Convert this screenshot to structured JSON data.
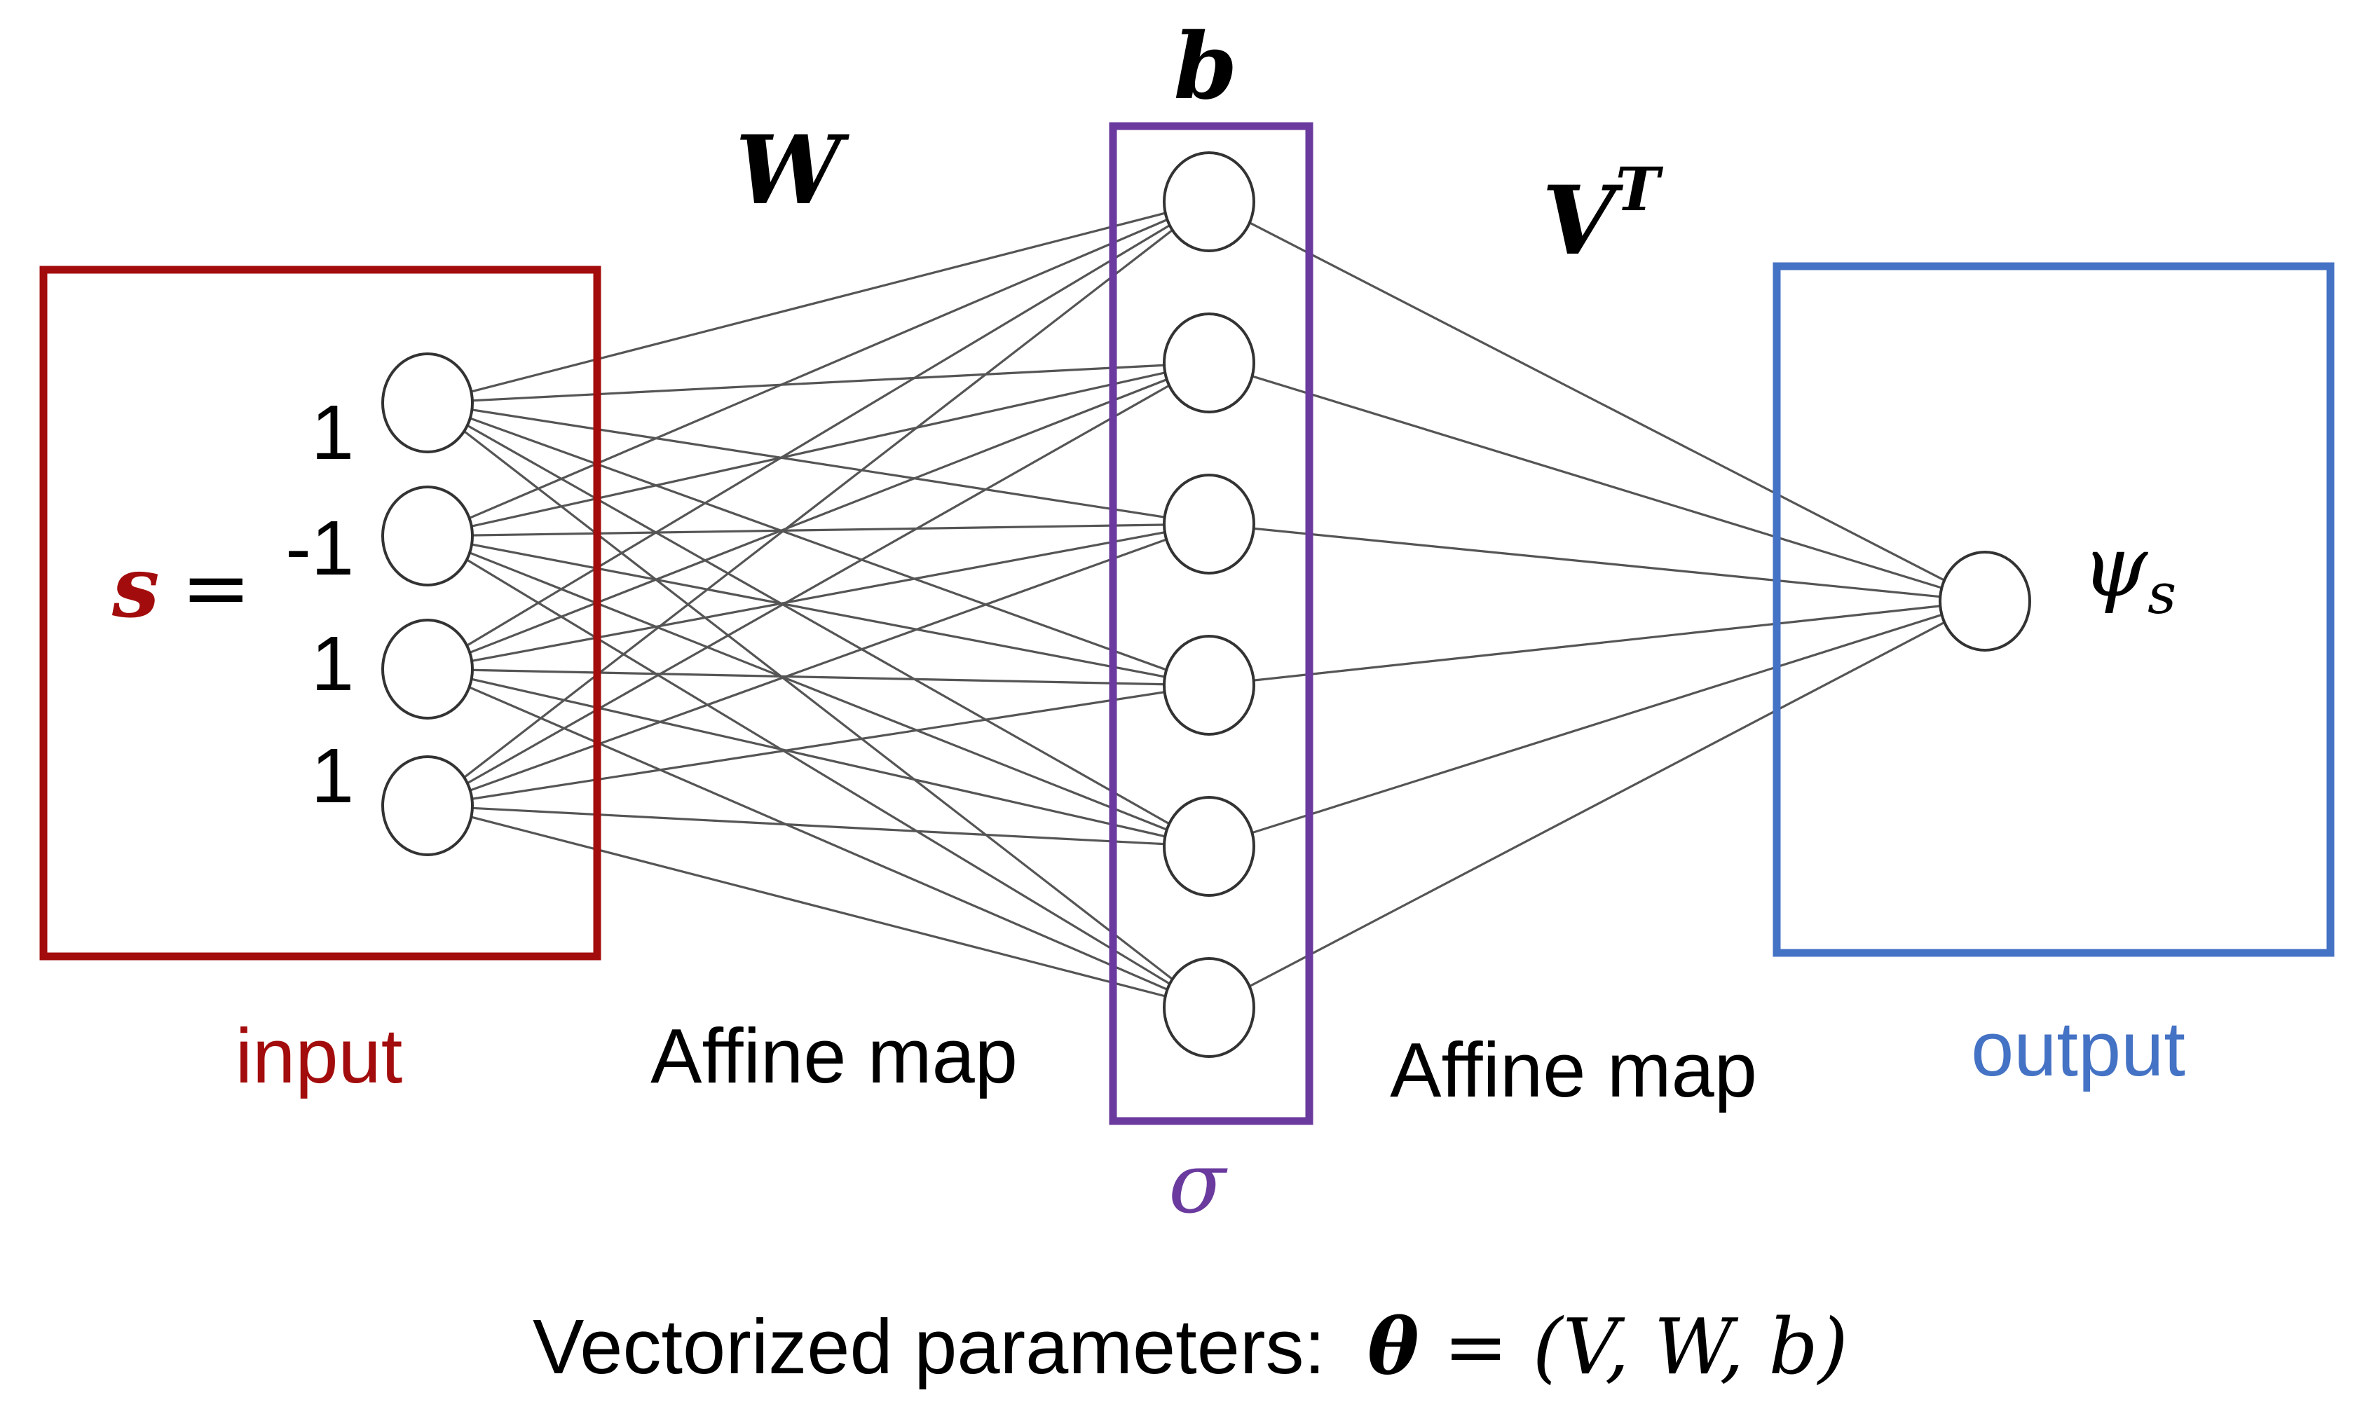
{
  "input": {
    "label": "input",
    "vector_lhs": "s",
    "equals": "=",
    "values": [
      "1",
      "-1",
      "1",
      "1"
    ]
  },
  "weights_first": {
    "symbol": "W",
    "caption": "Affine map"
  },
  "hidden": {
    "bias_symbol": "b",
    "activation_symbol": "σ",
    "node_count": 6
  },
  "weights_second": {
    "symbol": "V",
    "superscript": "T",
    "caption": "Affine map"
  },
  "output": {
    "label": "output",
    "symbol": "ψ",
    "subscript": "s"
  },
  "footer": {
    "prefix": "Vectorized parameters:",
    "theta": "θ",
    "equals": "=",
    "tuple": "(V, W, b)"
  },
  "colors": {
    "input": "#A30C0C",
    "hidden": "#6A3A9E",
    "output": "#4472C4",
    "edge": "#555555",
    "text": "#000000"
  }
}
